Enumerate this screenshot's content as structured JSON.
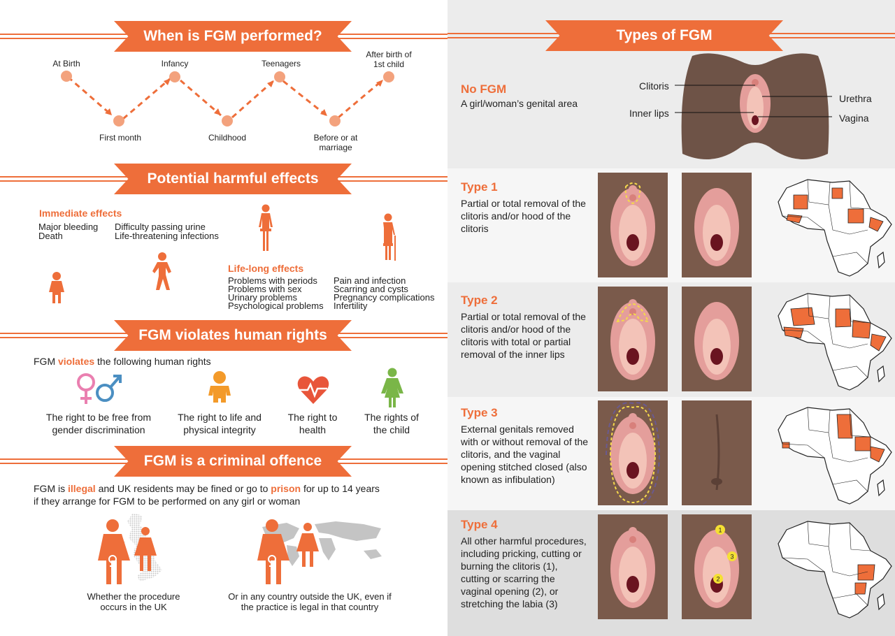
{
  "colors": {
    "accent": "#ee6e3a",
    "pink": "#ea7fb0",
    "blue": "#4b8fc2",
    "red": "#e8553a",
    "green": "#7ab648",
    "skin": "#7a5a4b"
  },
  "timing": {
    "title": "When is FGM performed?",
    "stages": [
      "At Birth",
      "First month",
      "Infancy",
      "Childhood",
      "Teenagers",
      "Before or at marriage",
      "After birth of 1st child"
    ]
  },
  "effects": {
    "title": "Potential harmful effects",
    "immediate_title": "Immediate effects",
    "immediate_col1": [
      "Major bleeding",
      "Death"
    ],
    "immediate_col2": [
      "Difficulty passing urine",
      "Life-threatening infections"
    ],
    "lifelong_title": "Life-long effects",
    "lifelong_col1": [
      "Problems with periods",
      "Problems with sex",
      "Urinary problems",
      "Psychological problems"
    ],
    "lifelong_col2": [
      "Pain and infection",
      "Scarring and cysts",
      "Pregnancy complications",
      "Infertility"
    ]
  },
  "rights": {
    "title": "FGM violates human rights",
    "intro_pre": "FGM ",
    "intro_em": "violates",
    "intro_post": " the following human rights",
    "items": [
      {
        "label": "The right to be free from gender discrimination",
        "icon": "gender-symbols-icon"
      },
      {
        "label": "The right to life and physical integrity",
        "icon": "baby-icon"
      },
      {
        "label": "The right to health",
        "icon": "heart-pulse-icon"
      },
      {
        "label": "The rights of the child",
        "icon": "girl-icon"
      }
    ]
  },
  "criminal": {
    "title": "FGM is a criminal offence",
    "p1_a": "FGM is ",
    "p1_em1": "illegal",
    "p1_b": " and UK residents may be fined or go to ",
    "p1_em2": "prison",
    "p1_c": " for up to 14 years",
    "p2": "if they arrange for FGM to be performed on any girl or woman",
    "caption_uk": "Whether the procedure occurs in the UK",
    "caption_world": "Or in any country outside the UK, even if the practice is legal in that country"
  },
  "types": {
    "title": "Types of FGM",
    "no_fgm_title": "No FGM",
    "no_fgm_desc": "A girl/woman’s genital area",
    "anatomy_labels": {
      "clitoris": "Clitoris",
      "inner_lips": "Inner lips",
      "urethra": "Urethra",
      "vagina": "Vagina"
    },
    "items": [
      {
        "title": "Type 1",
        "desc": "Partial or total removal of the clitoris and/or hood of the clitoris"
      },
      {
        "title": "Type 2",
        "desc": "Partial or total removal of the clitoris and/or hood of the clitoris with total or partial removal of the inner lips"
      },
      {
        "title": "Type 3",
        "desc": "External genitals removed with or without removal of the clitoris, and the vaginal opening stitched closed (also known as infibulation)"
      },
      {
        "title": "Type 4",
        "desc": "All other harmful procedures, including pricking, cutting or burning the clitoris (1), cutting or scarring the vaginal opening (2), or stretching the labia (3)"
      }
    ],
    "markers": [
      "1",
      "2",
      "3"
    ]
  }
}
